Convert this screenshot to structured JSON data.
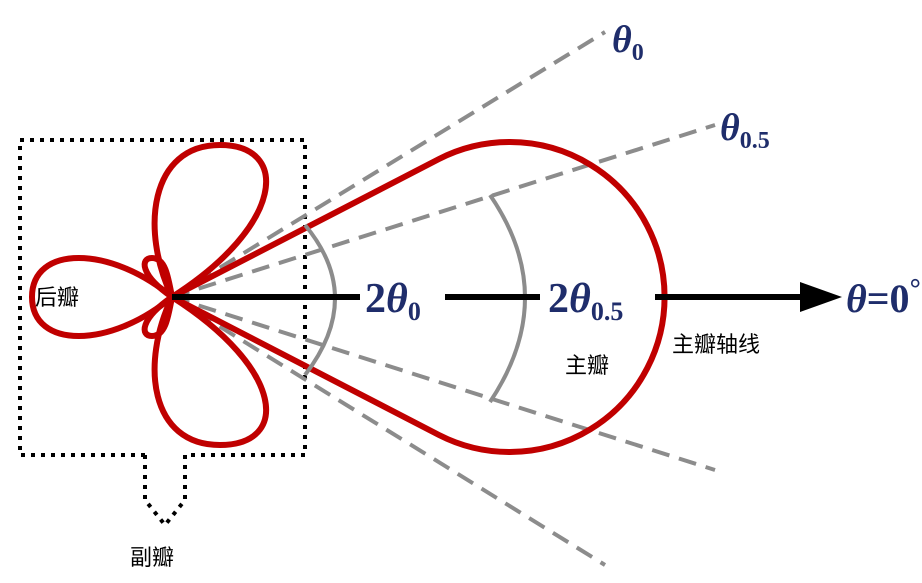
{
  "labels": {
    "theta0": "θ",
    "theta0_sub": "0",
    "theta05": "θ",
    "theta05_sub": "0.5",
    "two_theta0_num": "2",
    "two_theta0_sym": "θ",
    "two_theta0_sub": "0",
    "two_theta05_num": "2",
    "two_theta05_sym": "θ",
    "two_theta05_sub": "0.5",
    "axis_theta": "θ",
    "axis_eq": "=0",
    "axis_deg": "°",
    "main_axis": "主瓣轴线",
    "main_lobe": "主瓣",
    "back_lobe": "后瓣",
    "side_lobe": "副瓣"
  },
  "colors": {
    "lobe": "#c00000",
    "dashed": "#8c8c8c",
    "arc": "#8c8c8c",
    "label": "#1f2d6b"
  }
}
